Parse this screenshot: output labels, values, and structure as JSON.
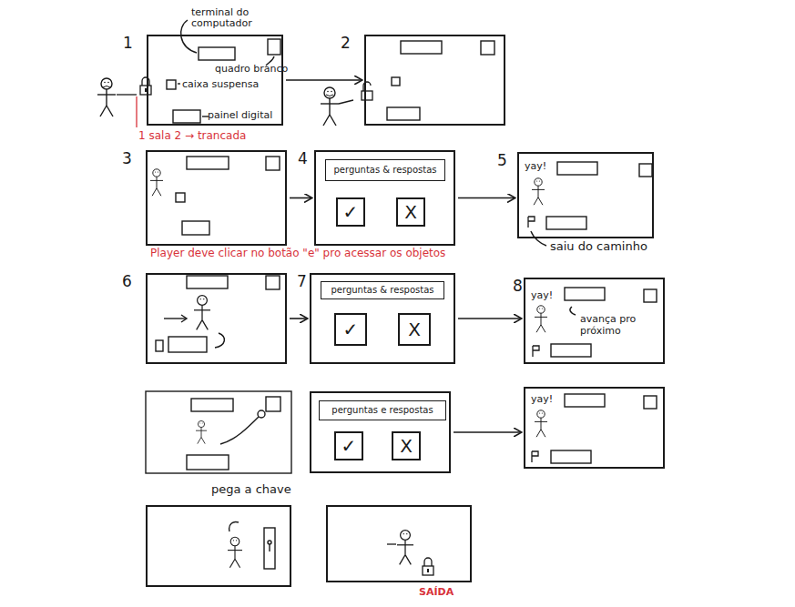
{
  "diagram": {
    "nodes": [
      {
        "text": [
          "1"
        ]
      },
      {
        "text": [
          "2"
        ]
      },
      {
        "text": [
          "3"
        ]
      },
      {
        "text": [
          "4"
        ]
      },
      {
        "text": [
          "perguntas & respostas"
        ],
        "in": 3
      },
      {
        "text": [
          "✓"
        ],
        "in": 3
      },
      {
        "text": [
          "X"
        ],
        "in": 3
      },
      {
        "text": [
          "5",
          "yay!"
        ]
      },
      {
        "text": [
          "6"
        ]
      },
      {
        "text": [
          "7"
        ]
      },
      {
        "text": [
          "perguntas & respostas"
        ],
        "in": 9
      },
      {
        "text": [
          "✓"
        ],
        "in": 9
      },
      {
        "text": [
          "X"
        ],
        "in": 9
      },
      {
        "text": [
          "8",
          "yay!",
          "avança pro próximo"
        ]
      },
      {
        "text": []
      },
      {
        "text": [
          "perguntas e respostas"
        ],
        "in": 14
      },
      {
        "text": [
          "✓"
        ],
        "in": 14
      },
      {
        "text": [
          "X"
        ],
        "in": 14
      },
      {
        "text": [
          "yay!"
        ]
      },
      {
        "text": [
          "pega a chave"
        ]
      },
      {
        "text": [
          "SAÍDA"
        ]
      }
    ],
    "edges": [
      {
        "from": 0,
        "to": 1,
        "arrow": "to"
      },
      {
        "from": 2,
        "to": 3,
        "arrow": "to"
      },
      {
        "from": 3,
        "to": 7,
        "arrow": "to"
      },
      {
        "from": 8,
        "to": 9,
        "arrow": "to"
      },
      {
        "from": 9,
        "to": 13,
        "arrow": "to"
      },
      {
        "from": 14,
        "to": 18,
        "arrow": "to"
      }
    ],
    "labels": [
      "terminal do computador",
      "quadro branco",
      "caixa suspensa",
      "painel digital",
      "1 sala 2 → trancada",
      "Player deve clicar no botão \"e\" pro acessar os objetos",
      "saiu do caminho"
    ]
  }
}
